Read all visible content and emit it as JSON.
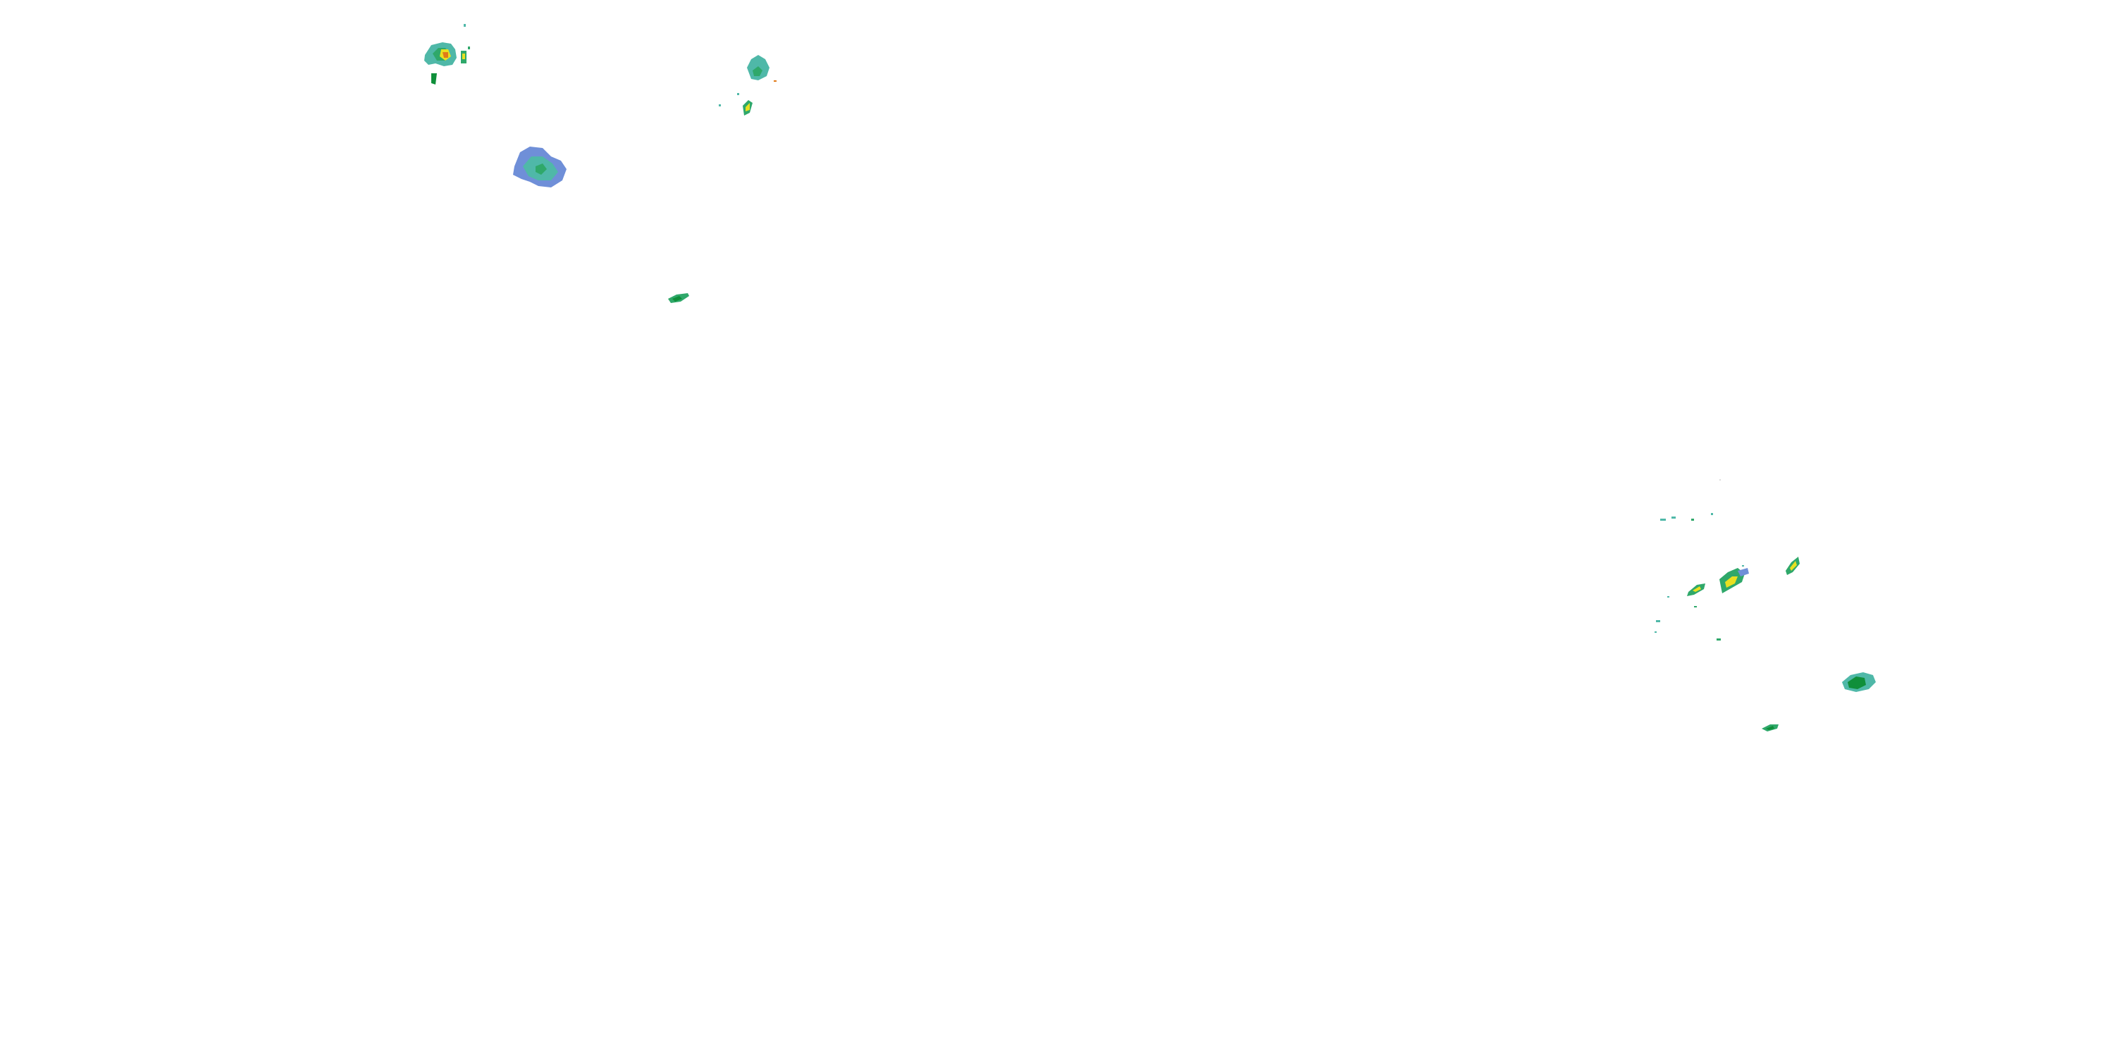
{
  "layer": {
    "type": "precipitation-radar-overlay",
    "background": "#ffffff",
    "palette": {
      "light": "#6f8fd8",
      "moderate_low": "#4fb8a8",
      "moderate": "#2fa86a",
      "heavy": "#0f8f3a",
      "intense": "#e8e020",
      "very_intense": "#e07a18",
      "extreme": "#c8202a"
    }
  },
  "echoes": [
    {
      "id": "cell-nw-1",
      "max_intensity": "very_intense"
    },
    {
      "id": "cell-nw-2",
      "max_intensity": "moderate_low"
    },
    {
      "id": "cell-nw-3",
      "max_intensity": "intense"
    },
    {
      "id": "cell-nw-4",
      "max_intensity": "moderate"
    },
    {
      "id": "cell-nw-5",
      "max_intensity": "heavy"
    },
    {
      "id": "cell-se-1",
      "max_intensity": "intense"
    },
    {
      "id": "cell-se-2",
      "max_intensity": "intense"
    },
    {
      "id": "cell-se-3",
      "max_intensity": "intense"
    },
    {
      "id": "cell-se-4",
      "max_intensity": "heavy"
    },
    {
      "id": "cell-se-5",
      "max_intensity": "heavy"
    }
  ]
}
